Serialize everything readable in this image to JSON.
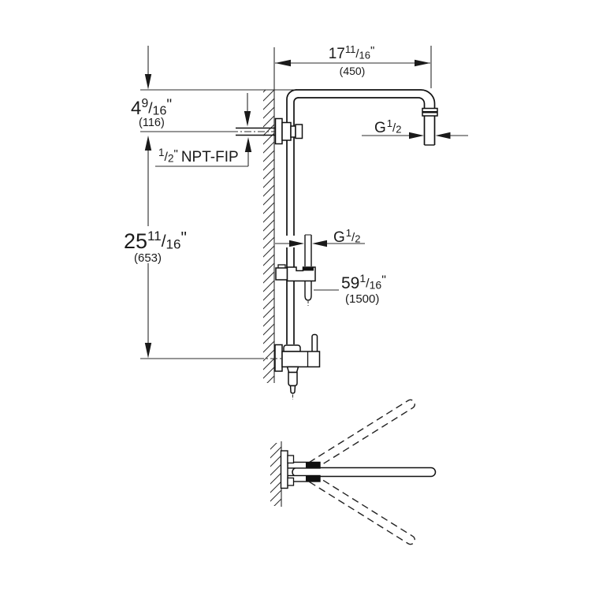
{
  "colors": {
    "ink": "#1a1a1a",
    "background": "#ffffff"
  },
  "glyphs": {
    "slash": "/",
    "inch_mark": "\""
  },
  "dimensions": {
    "arm_reach": {
      "whole": "17",
      "num": "11",
      "den": "16",
      "metric": "(450)"
    },
    "inlet_drop": {
      "whole": "4",
      "num": "9",
      "den": "16",
      "metric": "(116)"
    },
    "riser_height": {
      "whole": "25",
      "num": "11",
      "den": "16",
      "metric": "(653)"
    },
    "hose_length": {
      "whole": "59",
      "num": "1",
      "den": "16",
      "metric": "(1500)"
    },
    "inlet_thread": {
      "num": "1",
      "den": "2",
      "label": "NPT-FIP"
    },
    "head_outlet_thread": {
      "prefix": "G",
      "num": "1",
      "den": "2"
    },
    "hose_outlet_thread": {
      "prefix": "G",
      "num": "1",
      "den": "2"
    }
  }
}
